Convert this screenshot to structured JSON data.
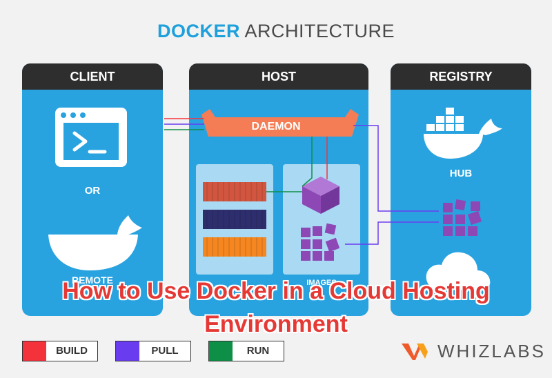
{
  "title": {
    "accent": "DOCKER",
    "rest": "ARCHITECTURE"
  },
  "panels": {
    "client": {
      "heading": "CLIENT",
      "or": "OR",
      "remote": "REMOTE"
    },
    "host": {
      "heading": "HOST",
      "daemon": "DAEMON",
      "images_label": "IMAGES"
    },
    "registry": {
      "heading": "REGISTRY",
      "hub": "HUB"
    }
  },
  "overlay": {
    "line1": "How to Use Docker in a Cloud Hosting",
    "line2": "Environment"
  },
  "legend": [
    {
      "label": "BUILD",
      "color": "#f4323c"
    },
    {
      "label": "PULL",
      "color": "#6a3cf0"
    },
    {
      "label": "RUN",
      "color": "#0e8f47"
    }
  ],
  "brand": {
    "name": "WHIZLABS",
    "color": "#ef5a2b"
  },
  "colors": {
    "panel_blue": "#29a3e0",
    "inner_blue": "#a9d9f3",
    "daemon_orange": "#f47d55",
    "cube_purple": "#8e48b5",
    "container_red": "#d2563f",
    "container_navy": "#2e2e6e",
    "container_orange": "#f58620"
  }
}
